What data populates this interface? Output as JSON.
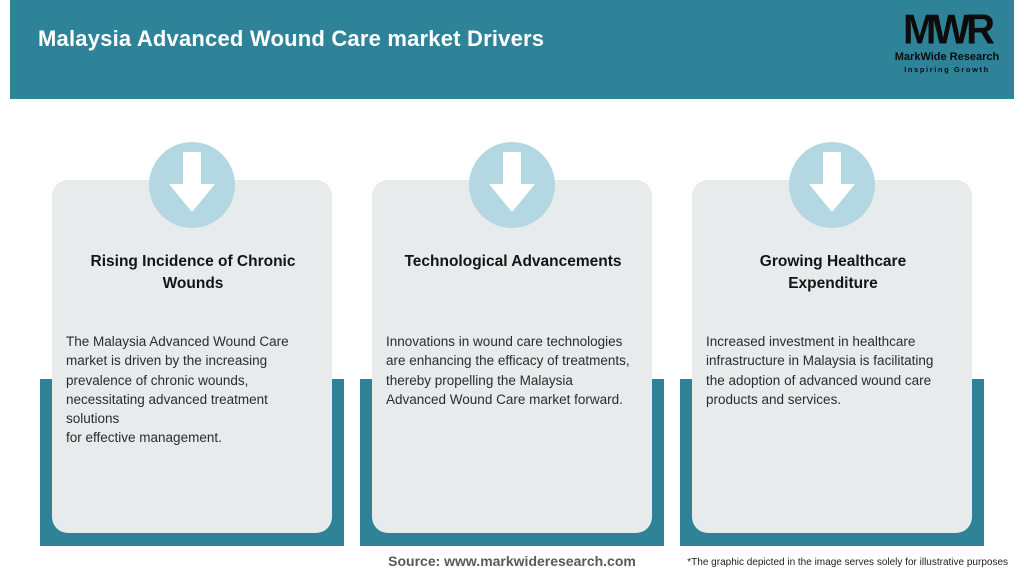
{
  "header": {
    "title": "Malaysia Advanced Wound Care market Drivers",
    "logo": {
      "mark": "MWR",
      "name": "MarkWide Research",
      "tagline": "Inspiring Growth"
    }
  },
  "cards": [
    {
      "title": "Rising Incidence of Chronic\nWounds",
      "body": "The Malaysia Advanced Wound Care\nmarket is driven by the increasing\nprevalence of chronic wounds,\nnecessitating advanced treatment solutions\nfor effective management."
    },
    {
      "title": "Technological Advancements",
      "body": "Innovations in wound care technologies\nare enhancing the efficacy of treatments,\nthereby propelling the Malaysia\nAdvanced Wound Care market forward."
    },
    {
      "title": "Growing Healthcare\nExpenditure",
      "body": "Increased investment in healthcare\ninfrastructure in Malaysia is facilitating\nthe adoption of advanced wound care\nproducts and services."
    }
  ],
  "footer": {
    "source": "Source: www.markwideresearch.com",
    "disclaimer": "*The graphic depicted in the image serves solely for illustrative purposes"
  },
  "colors": {
    "header_teal": "#2f8399",
    "accent_bar_teal": "#2f8399",
    "circle_light_blue": "#b4d7e4",
    "card_gray": "#e8ebec"
  },
  "icons": {
    "arrow_down": "down-block-arrow"
  }
}
